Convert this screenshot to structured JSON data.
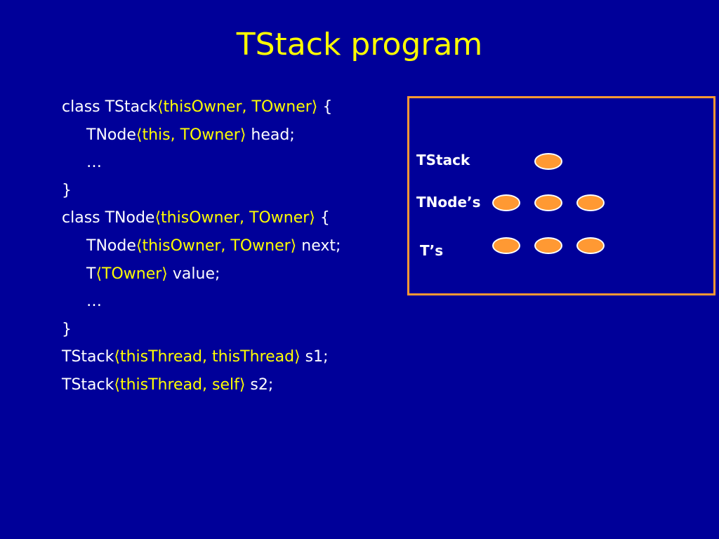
{
  "slide": {
    "title": "TStack program"
  },
  "code": {
    "lines": [
      {
        "indent": false,
        "parts": [
          {
            "text": "class TStack",
            "hl": false
          },
          {
            "text": "⟨thisOwner, TOwner⟩",
            "hl": true
          },
          {
            "text": " {",
            "hl": false
          }
        ]
      },
      {
        "indent": true,
        "parts": [
          {
            "text": "TNode",
            "hl": false
          },
          {
            "text": "⟨this, TOwner⟩",
            "hl": true
          },
          {
            "text": " head;",
            "hl": false
          }
        ]
      },
      {
        "indent": true,
        "parts": [
          {
            "text": "…",
            "hl": false
          }
        ]
      },
      {
        "indent": false,
        "parts": [
          {
            "text": "}",
            "hl": false
          }
        ]
      },
      {
        "indent": false,
        "parts": [
          {
            "text": "class TNode",
            "hl": false
          },
          {
            "text": "⟨thisOwner, TOwner⟩",
            "hl": true
          },
          {
            "text": " {",
            "hl": false
          }
        ]
      },
      {
        "indent": true,
        "parts": [
          {
            "text": "TNode",
            "hl": false
          },
          {
            "text": "⟨thisOwner, TOwner⟩",
            "hl": true
          },
          {
            "text": " next;",
            "hl": false
          }
        ]
      },
      {
        "indent": true,
        "parts": [
          {
            "text": "T",
            "hl": false
          },
          {
            "text": "⟨TOwner⟩",
            "hl": true
          },
          {
            "text": " value;",
            "hl": false
          }
        ]
      },
      {
        "indent": true,
        "parts": [
          {
            "text": "…",
            "hl": false
          }
        ]
      },
      {
        "indent": false,
        "parts": [
          {
            "text": "}",
            "hl": false
          }
        ]
      },
      {
        "indent": false,
        "parts": [
          {
            "text": "TStack",
            "hl": false
          },
          {
            "text": "⟨thisThread, thisThread⟩",
            "hl": true
          },
          {
            "text": " s1;",
            "hl": false
          }
        ]
      },
      {
        "indent": false,
        "parts": [
          {
            "text": "TStack",
            "hl": false
          },
          {
            "text": "⟨thisThread, self⟩",
            "hl": true
          },
          {
            "text": " s2;",
            "hl": false
          }
        ]
      }
    ]
  },
  "diagram": {
    "labels": {
      "tstack": "TStack",
      "tnodes": "TNode’s",
      "ts": "T’s"
    },
    "rows": {
      "tstack": 1,
      "tnodes": 3,
      "ts": 3
    }
  },
  "colors": {
    "background": "#000099",
    "title": "#ffff00",
    "highlight": "#ffff00",
    "text": "#ffffff",
    "box_border": "#ff9933",
    "node_fill": "#ff9933"
  }
}
